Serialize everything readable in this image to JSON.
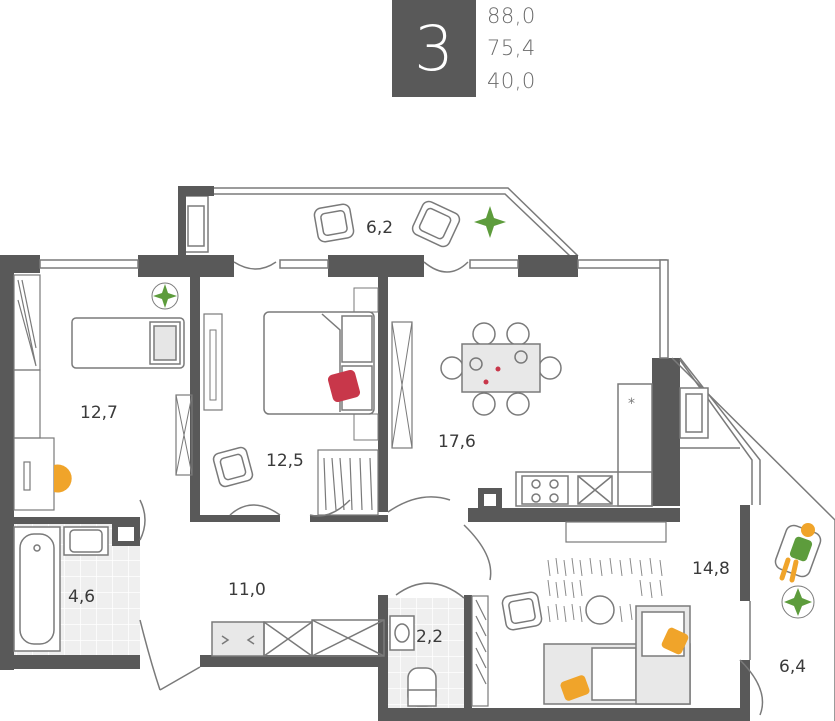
{
  "header": {
    "rooms_count": "3",
    "area_total": "88,0",
    "area_living_total": "75,4",
    "area_living": "40,0"
  },
  "rooms": {
    "balcony_top": "6,2",
    "bedroom_left": "12,7",
    "bedroom_middle": "12,5",
    "kitchen_living": "17,6",
    "bathroom": "4,6",
    "hallway": "11,0",
    "toilet": "2,2",
    "bedroom_right": "14,8",
    "balcony_right": "6,4"
  },
  "colors": {
    "wall": "#595959",
    "line": "#7a7a7a",
    "accent_orange": "#f0a42a",
    "accent_red": "#c8374a",
    "plant_green": "#5d9c3c",
    "tile": "#e8e8e8"
  }
}
